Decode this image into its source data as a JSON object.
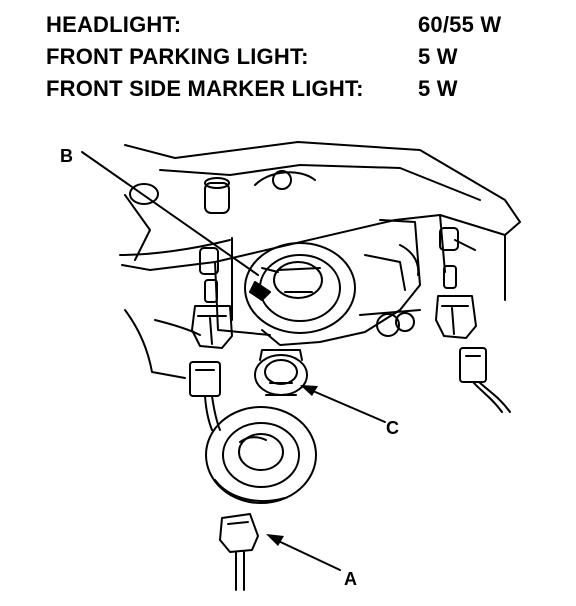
{
  "specs": [
    {
      "label": "HEADLIGHT:",
      "value": "60/55 W"
    },
    {
      "label": "FRONT PARKING LIGHT:",
      "value": "5 W"
    },
    {
      "label": "FRONT SIDE MARKER LIGHT:",
      "value": "5 W"
    }
  ],
  "callouts": {
    "a": "A",
    "b": "B",
    "c": "C"
  }
}
